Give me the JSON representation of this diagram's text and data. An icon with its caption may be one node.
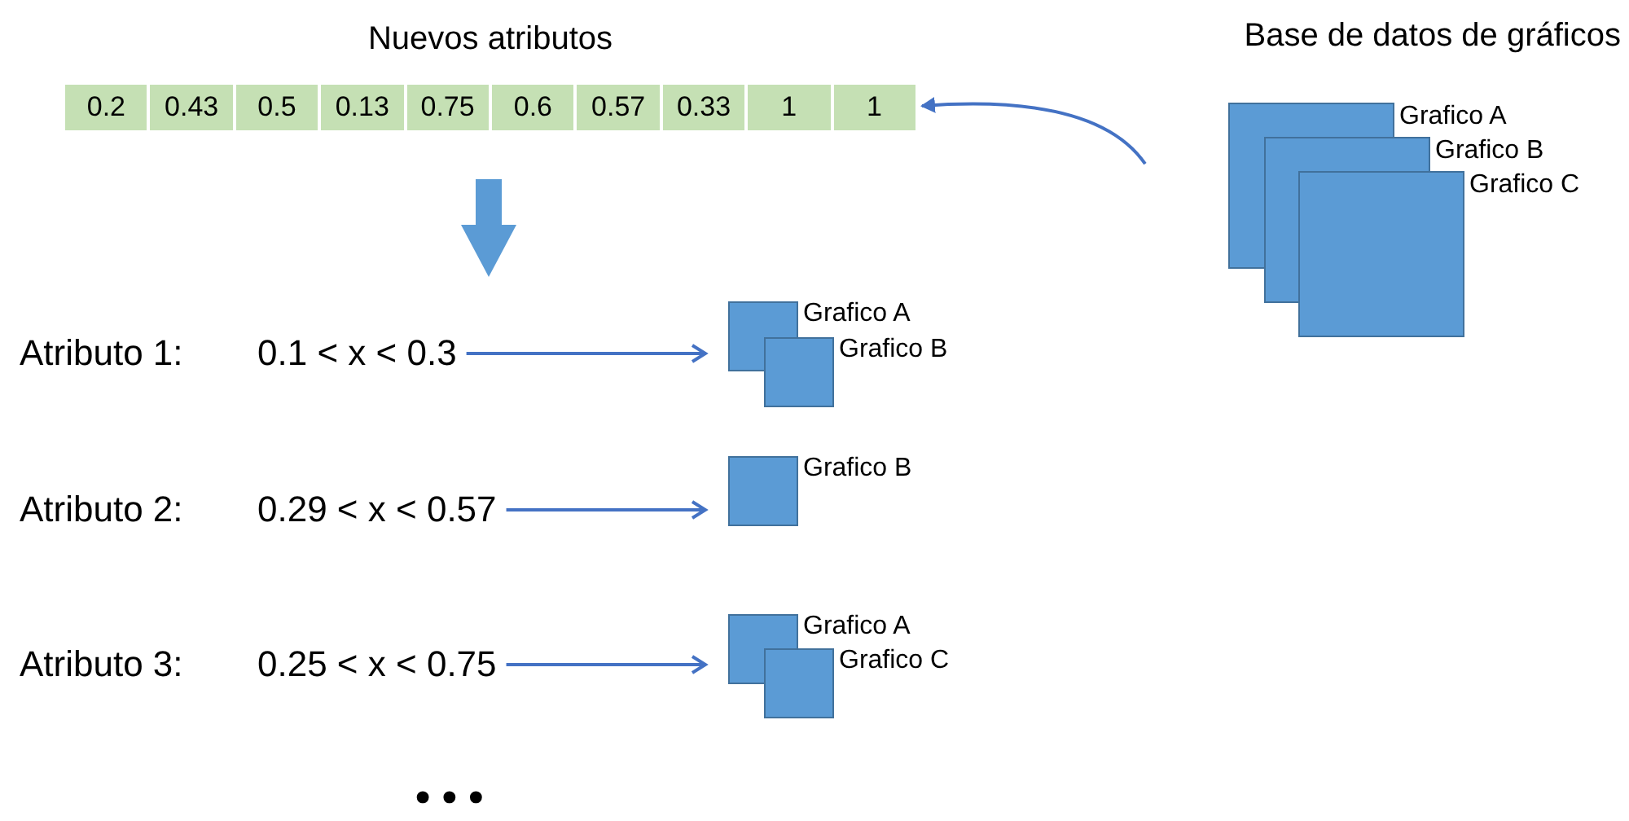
{
  "diagram": {
    "nodes": [
      {
        "text": [
          "Nuevos atributos"
        ]
      },
      {
        "text": [
          "0.2"
        ],
        "in": 0
      },
      {
        "text": [
          "0.43"
        ],
        "in": 0
      },
      {
        "text": [
          "0.5"
        ],
        "in": 0
      },
      {
        "text": [
          "0.13"
        ],
        "in": 0
      },
      {
        "text": [
          "0.75"
        ],
        "in": 0
      },
      {
        "text": [
          "0.6"
        ],
        "in": 0
      },
      {
        "text": [
          "0.57"
        ],
        "in": 0
      },
      {
        "text": [
          "0.33"
        ],
        "in": 0
      },
      {
        "text": [
          "1"
        ],
        "in": 0
      },
      {
        "text": [
          "1"
        ],
        "in": 0
      },
      {
        "text": [
          "Base de datos de gráficos"
        ]
      },
      {
        "text": [
          "Grafico A"
        ],
        "in": 11
      },
      {
        "text": [
          "Grafico B"
        ],
        "in": 11
      },
      {
        "text": [
          "Grafico C"
        ],
        "in": 11
      },
      {
        "text": [
          "Atributo 1:",
          "0.1 < x < 0.3"
        ]
      },
      {
        "text": [
          "Grafico A"
        ]
      },
      {
        "text": [
          "Grafico B"
        ]
      },
      {
        "text": [
          "Atributo 2:",
          "0.29 < x < 0.57"
        ]
      },
      {
        "text": [
          "Grafico B"
        ]
      },
      {
        "text": [
          "Atributo 3:",
          "0.25 < x < 0.75"
        ]
      },
      {
        "text": [
          "Grafico A"
        ]
      },
      {
        "text": [
          "Grafico C"
        ]
      }
    ],
    "edges": [
      {
        "from": 11,
        "to": 0,
        "arrow": "to"
      },
      {
        "from": 0,
        "to": null,
        "arrow": "to",
        "style": "thick"
      },
      {
        "from": 15,
        "to": 16,
        "arrow": "to"
      },
      {
        "from": 18,
        "to": 19,
        "arrow": "to"
      },
      {
        "from": 20,
        "to": 21,
        "arrow": "to"
      }
    ],
    "labels": [
      "• • •"
    ]
  }
}
